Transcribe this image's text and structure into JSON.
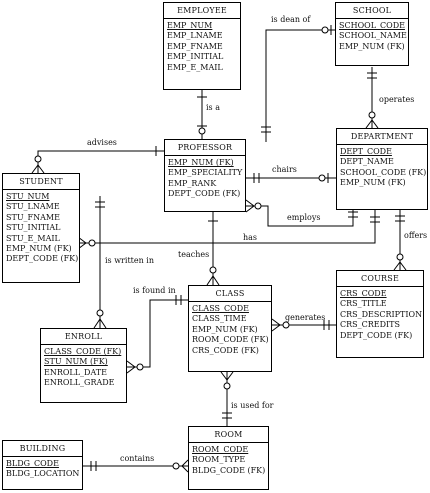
{
  "entities": {
    "employee": {
      "title": "EMPLOYEE",
      "attributes": [
        {
          "name": "EMP_NUM",
          "pk": true
        },
        {
          "name": "EMP_LNAME",
          "pk": false
        },
        {
          "name": "EMP_FNAME",
          "pk": false
        },
        {
          "name": "EMP_INITIAL",
          "pk": false
        },
        {
          "name": "EMP_E_MAIL",
          "pk": false
        }
      ]
    },
    "school": {
      "title": "SCHOOL",
      "attributes": [
        {
          "name": "SCHOOL_CODE",
          "pk": true
        },
        {
          "name": "SCHOOL_NAME",
          "pk": false
        },
        {
          "name": "EMP_NUM (FK)",
          "pk": false
        }
      ]
    },
    "professor": {
      "title": "PROFESSOR",
      "attributes": [
        {
          "name": "EMP_NUM (FK)",
          "pk": true
        },
        {
          "name": "EMP_SPECIALITY",
          "pk": false
        },
        {
          "name": "EMP_RANK",
          "pk": false
        },
        {
          "name": "DEPT_CODE (FK)",
          "pk": false
        }
      ]
    },
    "department": {
      "title": "DEPARTMENT",
      "attributes": [
        {
          "name": "DEPT_CODE",
          "pk": true
        },
        {
          "name": "DEPT_NAME",
          "pk": false
        },
        {
          "name": "SCHOOL_CODE (FK)",
          "pk": false
        },
        {
          "name": "EMP_NUM (FK)",
          "pk": false
        }
      ]
    },
    "student": {
      "title": "STUDENT",
      "attributes": [
        {
          "name": "STU_NUM",
          "pk": true
        },
        {
          "name": "STU_LNAME",
          "pk": false
        },
        {
          "name": "STU_FNAME",
          "pk": false
        },
        {
          "name": "STU_INITIAL",
          "pk": false
        },
        {
          "name": "STU_E_MAIL",
          "pk": false
        },
        {
          "name": "EMP_NUM (FK)",
          "pk": false
        },
        {
          "name": "DEPT_CODE (FK)",
          "pk": false
        }
      ]
    },
    "course": {
      "title": "COURSE",
      "attributes": [
        {
          "name": "CRS_CODE",
          "pk": true
        },
        {
          "name": "CRS_TITLE",
          "pk": false
        },
        {
          "name": "CRS_DESCRIPTION",
          "pk": false
        },
        {
          "name": "CRS_CREDITS",
          "pk": false
        },
        {
          "name": "DEPT_CODE (FK)",
          "pk": false
        }
      ]
    },
    "class": {
      "title": "CLASS",
      "attributes": [
        {
          "name": "CLASS_CODE",
          "pk": true
        },
        {
          "name": "CLASS_TIME",
          "pk": false
        },
        {
          "name": "EMP_NUM (FK)",
          "pk": false
        },
        {
          "name": "ROOM_CODE (FK)",
          "pk": false
        },
        {
          "name": "CRS_CODE (FK)",
          "pk": false
        }
      ]
    },
    "enroll": {
      "title": "ENROLL",
      "attributes": [
        {
          "name": "CLASS_CODE (FK)",
          "pk": true
        },
        {
          "name": "STU_NUM (FK)",
          "pk": true
        },
        {
          "name": "ENROLL_DATE",
          "pk": false
        },
        {
          "name": "ENROLL_GRADE",
          "pk": false
        }
      ]
    },
    "building": {
      "title": "BUILDING",
      "attributes": [
        {
          "name": "BLDG_CODE",
          "pk": true
        },
        {
          "name": "BLDG_LOCATION",
          "pk": false
        }
      ]
    },
    "room": {
      "title": "ROOM",
      "attributes": [
        {
          "name": "ROOM_CODE",
          "pk": true
        },
        {
          "name": "ROOM_TYPE",
          "pk": false
        },
        {
          "name": "BLDG_CODE (FK)",
          "pk": false
        }
      ]
    }
  },
  "relationships": {
    "is_a": "is a",
    "is_dean_of": "is dean of",
    "operates": "operates",
    "advises": "advises",
    "chairs": "chairs",
    "employs": "employs",
    "has": "has",
    "offers": "offers",
    "teaches": "teaches",
    "is_written_in": "is written in",
    "is_found_in": "is found in",
    "generates": "generates",
    "is_used_for": "is used for",
    "contains": "contains"
  }
}
